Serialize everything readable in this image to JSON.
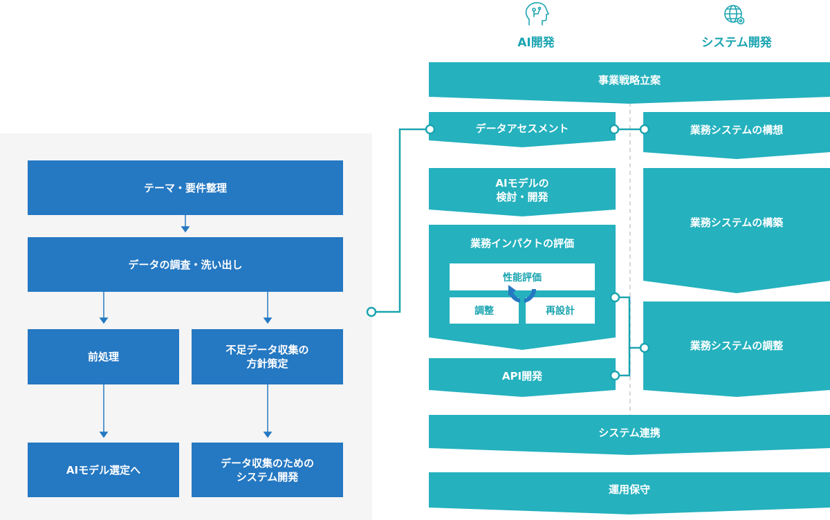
{
  "colors": {
    "blue": "#2578c2",
    "teal": "#25b1be",
    "teal_text": "#1aa4b0",
    "panel": "#f5f5f5"
  },
  "columns": {
    "ai": "AI開発",
    "system": "システム開発"
  },
  "icons": {
    "ai": "brain-head-icon",
    "system": "globe-gear-icon"
  },
  "left": {
    "theme": "テーマ・要件整理",
    "survey": "データの調査・洗い出し",
    "preprocess": "前処理",
    "shortage": "不足データ収集の\n方針策定",
    "model_select": "AIモデル選定へ",
    "collect_system": "データ収集のための\nシステム開発"
  },
  "right": {
    "strategy": "事業戦略立案",
    "assessment": "データアセスメント",
    "model_dev": "AIモデルの\n検討・開発",
    "impact": "業務インパクトの評価",
    "perf": "性能評価",
    "adjust": "調整",
    "redesign": "再設計",
    "api": "API開発",
    "sys_concept": "業務システムの構想",
    "sys_build": "業務システムの構築",
    "sys_adjust": "業務システムの調整",
    "integration": "システム連携",
    "ops": "運用保守"
  }
}
